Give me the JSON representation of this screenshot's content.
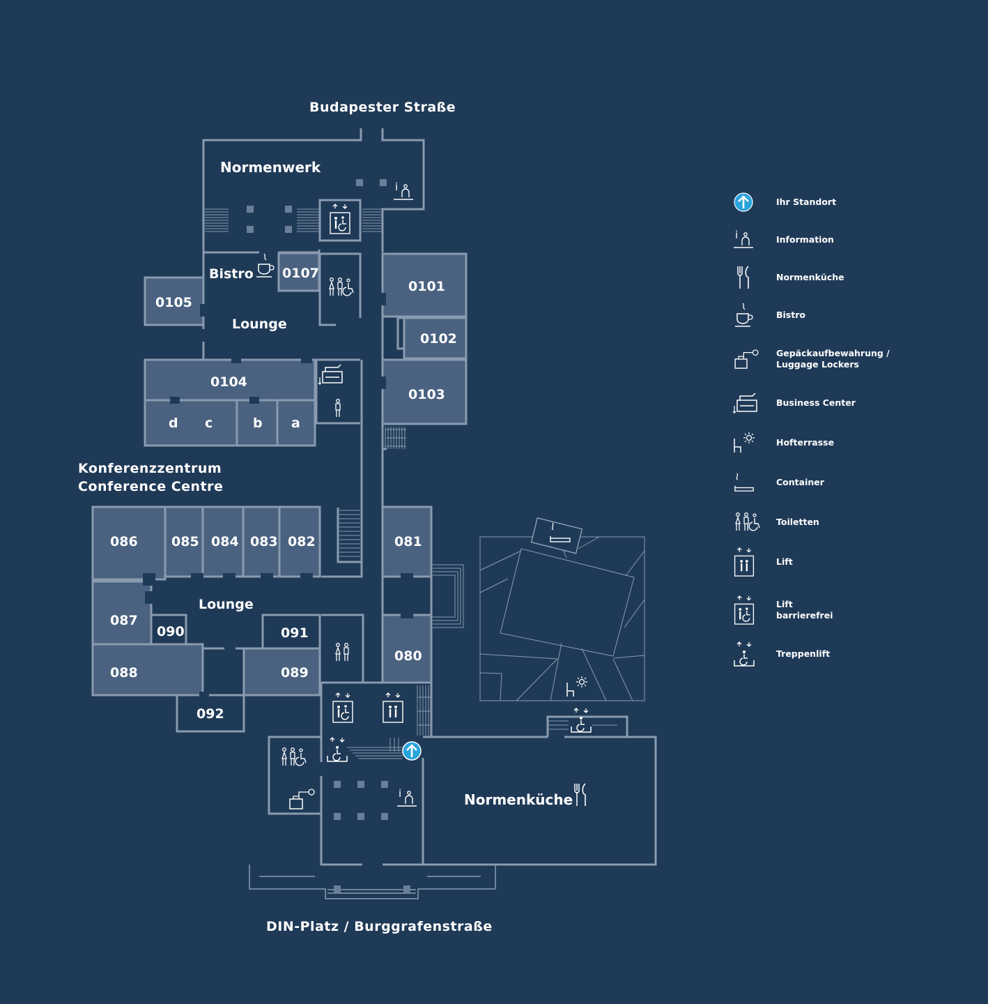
{
  "streets": {
    "north": "Budapester Straße",
    "south": "DIN-Platz / Burggrafenstraße"
  },
  "section": {
    "line1": "Konferenzzentrum",
    "line2": "Conference Centre"
  },
  "areas": {
    "normenwerk": "Normenwerk",
    "bistro": "Bistro",
    "lounge_upper": "Lounge",
    "lounge_lower": "Lounge",
    "normenkueche": "Normenküche"
  },
  "rooms": {
    "r0107": "0107",
    "r0105": "0105",
    "r0101": "0101",
    "r0102": "0102",
    "r0103": "0103",
    "r0104": "0104",
    "r0104d": "d",
    "r0104c": "c",
    "r0104b": "b",
    "r0104a": "a",
    "r086": "086",
    "r085": "085",
    "r084": "084",
    "r083": "083",
    "r082": "082",
    "r081": "081",
    "r087": "087",
    "r090": "090",
    "r091": "091",
    "r080": "080",
    "r088": "088",
    "r089": "089",
    "r092": "092"
  },
  "legend": {
    "items": [
      {
        "icon": "you-are-here-icon",
        "label": "Ihr Standort"
      },
      {
        "icon": "information-icon",
        "label": "Information"
      },
      {
        "icon": "restaurant-icon",
        "label": "Normenküche"
      },
      {
        "icon": "coffee-cup-icon",
        "label": "Bistro"
      },
      {
        "icon": "luggage-locker-icon",
        "label": "Gepäckaufbewahrung /\nLuggage Lockers"
      },
      {
        "icon": "printer-icon",
        "label": "Business Center"
      },
      {
        "icon": "terrace-icon",
        "label": "Hofterrasse"
      },
      {
        "icon": "smoking-icon",
        "label": "Container"
      },
      {
        "icon": "toilets-icon",
        "label": "Toiletten"
      },
      {
        "icon": "lift-icon",
        "label": "Lift"
      },
      {
        "icon": "accessible-lift-icon",
        "label": "Lift\nbarrierefrei"
      },
      {
        "icon": "stair-lift-icon",
        "label": "Treppenlift"
      }
    ]
  },
  "colors": {
    "background": "#1f3a57",
    "room_fill": "#4a6280",
    "wall": "#8a9bb0",
    "you_are_here": "#29a3dc"
  }
}
